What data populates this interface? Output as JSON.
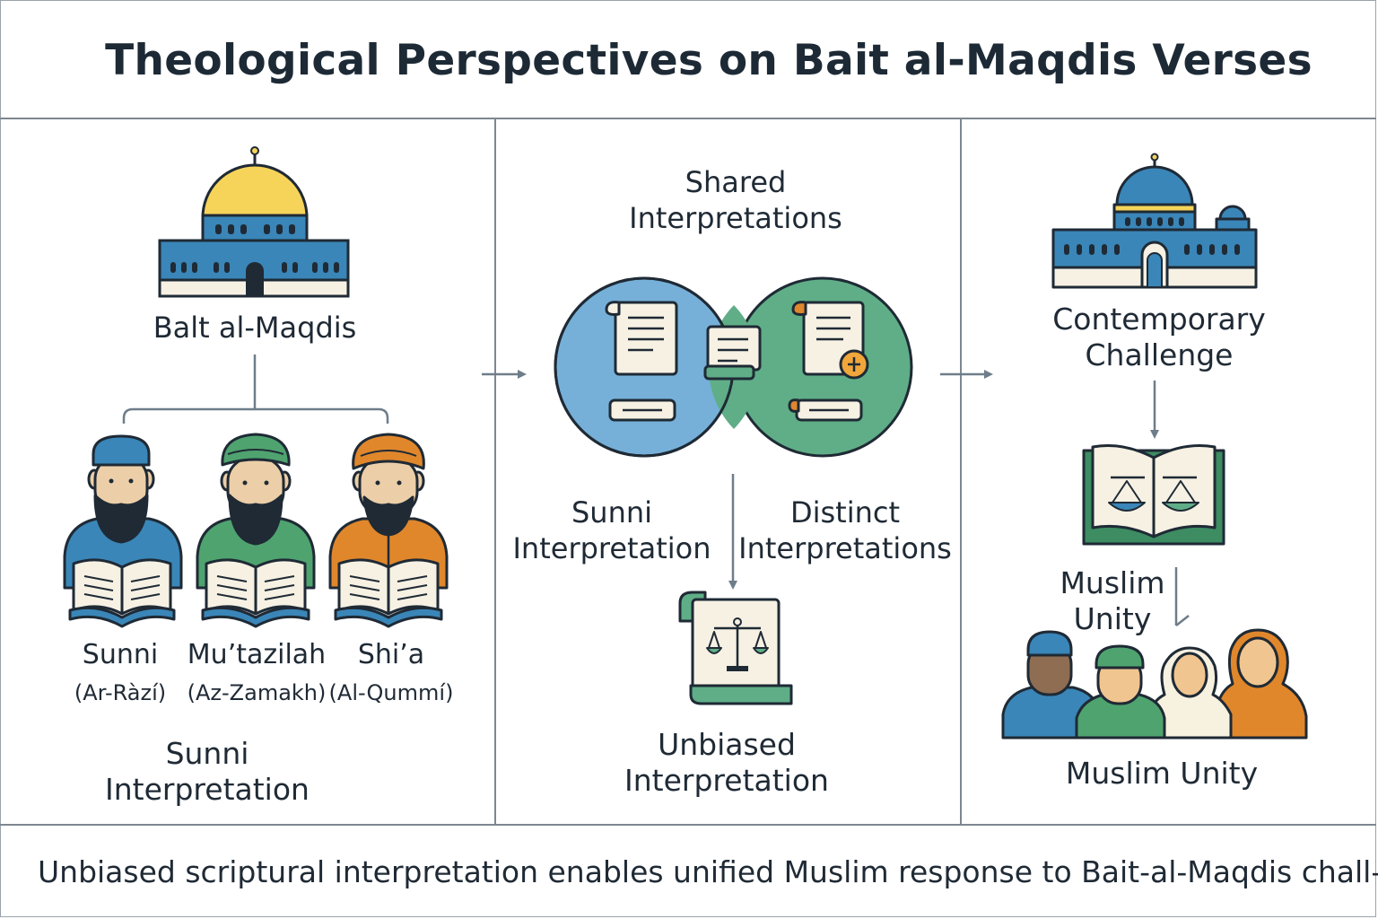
{
  "header": {
    "title": "Theological Perspectives on Bait al-Maqdis Verses"
  },
  "left_panel": {
    "site_label": "Balt al-Maqdis",
    "scholars": [
      {
        "school": "Sunni",
        "scholar": "(Ar-Ràzí)",
        "color": "#3a86b8"
      },
      {
        "school": "Mu’tazilah",
        "scholar": "(Az-Zamakh)",
        "color": "#4fa36f"
      },
      {
        "school": "Shi’a",
        "scholar": "(Al-Qummí)",
        "color": "#e0872c"
      }
    ],
    "bottom_label": [
      "Sunni",
      "Interpretation"
    ]
  },
  "middle_panel": {
    "top_label": [
      "Shared",
      "Interpretations"
    ],
    "left_circle_label": [
      "Sunni",
      "Interpretation"
    ],
    "right_circle_label": [
      "Distinct",
      "Interpretations"
    ],
    "result_label": [
      "Unbiased",
      "Interpretation"
    ]
  },
  "right_panel": {
    "challenge_label": [
      "Contemporary",
      "Challenge"
    ],
    "unity_side_label": [
      "Muslim",
      "Unity"
    ],
    "unity_bottom_label": "Muslim Unity"
  },
  "footer": {
    "caption": "Unbiased scriptural interpretation enables unified Muslim response to Bait-al-Maqdis chall-"
  },
  "colors": {
    "blue": "#3a86b8",
    "green": "#4fa36f",
    "orange": "#e0872c",
    "gold": "#f6d45a",
    "line": "#6e7d8a",
    "paper": "#f6f1e3"
  }
}
